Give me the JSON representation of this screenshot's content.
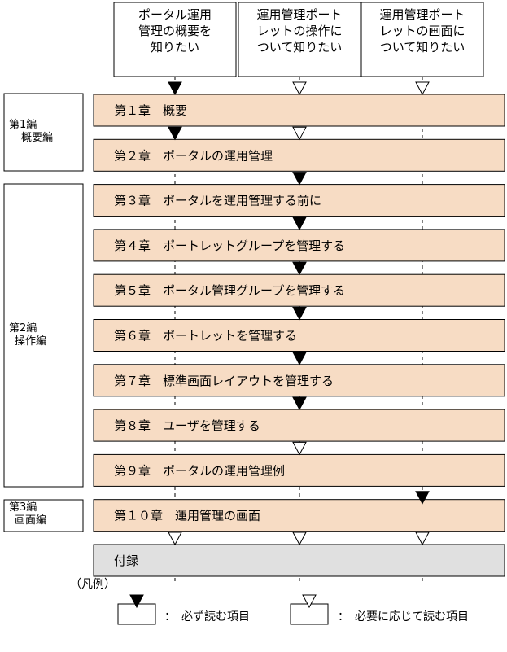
{
  "readers": [
    {
      "lines": [
        "ポータル運用",
        "管理の概要を",
        "知りたい"
      ]
    },
    {
      "lines": [
        "運用管理ポート",
        "レットの操作に",
        "ついて知りたい"
      ]
    },
    {
      "lines": [
        "運用管理ポート",
        "レットの画面に",
        "ついて知りたい"
      ]
    }
  ],
  "parts": [
    {
      "label_lines": [
        "第1編",
        "概要編"
      ]
    },
    {
      "label_lines": [
        "第2編",
        "操作編"
      ]
    },
    {
      "label_lines": [
        "第3編",
        "画面編"
      ]
    }
  ],
  "chapters": [
    {
      "label": "第１章　概要",
      "marks": [
        "required",
        "optional",
        "optional"
      ]
    },
    {
      "label": "第２章　ポータルの運用管理",
      "marks": [
        "required",
        "optional",
        null
      ]
    },
    {
      "label": "第３章　ポータルを運用管理する前に",
      "marks": [
        null,
        "required",
        null
      ]
    },
    {
      "label": "第４章　ポートレットグループを管理する",
      "marks": [
        null,
        "required",
        null
      ]
    },
    {
      "label": "第５章　ポータル管理グループを管理する",
      "marks": [
        null,
        "required",
        null
      ]
    },
    {
      "label": "第６章　ポートレットを管理する",
      "marks": [
        null,
        "required",
        null
      ]
    },
    {
      "label": "第７章　標準画面レイアウトを管理する",
      "marks": [
        null,
        "required",
        null
      ]
    },
    {
      "label": "第８章　ユーザを管理する",
      "marks": [
        null,
        "required",
        null
      ]
    },
    {
      "label": "第９章　ポータルの運用管理例",
      "marks": [
        null,
        "optional",
        null
      ]
    },
    {
      "label": "第１０章　運用管理の画面",
      "marks": [
        null,
        null,
        "required"
      ]
    },
    {
      "label": "付録",
      "marks": [
        "optional",
        "optional",
        "optional"
      ]
    }
  ],
  "legend": {
    "title": "（凡例）",
    "required_label": "：　必ず読む項目",
    "optional_label": "：　必要に応じて読む項目"
  },
  "colors": {
    "chapter_fill": "#f7dcc4",
    "appendix_fill": "#e0e0e0",
    "stroke": "#000000"
  }
}
